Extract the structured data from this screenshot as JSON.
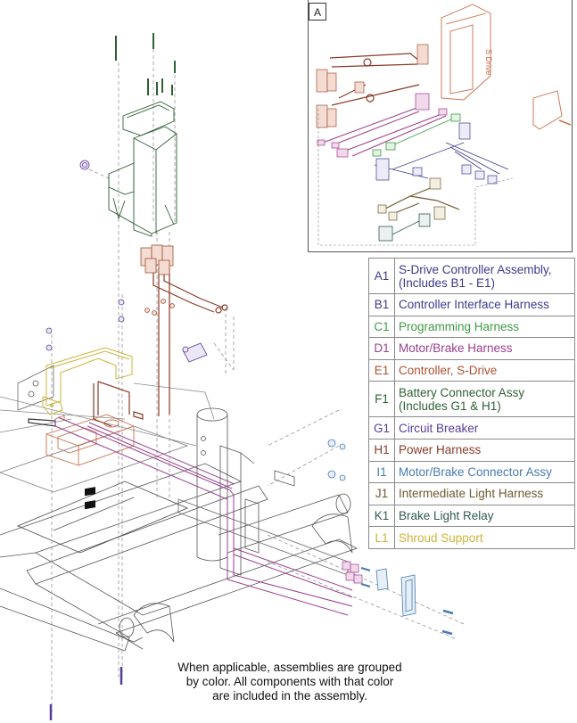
{
  "inset": {
    "label": "A",
    "controller_text": "S Drive"
  },
  "legend": [
    {
      "code": "A1",
      "lines": [
        "S-Drive Controller Assembly,",
        "(Includes B1 - E1)"
      ],
      "color": "#3a3a8c"
    },
    {
      "code": "B1",
      "lines": [
        "Controller Interface Harness"
      ],
      "color": "#3b3b8f"
    },
    {
      "code": "C1",
      "lines": [
        "Programming Harness"
      ],
      "color": "#3f9a45"
    },
    {
      "code": "D1",
      "lines": [
        "Motor/Brake Harness"
      ],
      "color": "#9b3f8c"
    },
    {
      "code": "E1",
      "lines": [
        "Controller, S-Drive"
      ],
      "color": "#b0502e"
    },
    {
      "code": "F1",
      "lines": [
        "Battery Connector Assy",
        "(Includes G1 & H1)"
      ],
      "color": "#2f5f35"
    },
    {
      "code": "G1",
      "lines": [
        "Circuit Breaker"
      ],
      "color": "#5a3c96"
    },
    {
      "code": "H1",
      "lines": [
        "Power Harness"
      ],
      "color": "#8a3a26"
    },
    {
      "code": "I1",
      "lines": [
        "Motor/Brake Connector Assy"
      ],
      "color": "#4a7ab0"
    },
    {
      "code": "J1",
      "lines": [
        "Intermediate Light Harness"
      ],
      "color": "#6e5a30"
    },
    {
      "code": "K1",
      "lines": [
        "Brake Light Relay"
      ],
      "color": "#2f5a55"
    },
    {
      "code": "L1",
      "lines": [
        "Shroud Support"
      ],
      "color": "#cdb43a"
    }
  ],
  "caption": {
    "lines": [
      "When applicable, assemblies are grouped",
      "by color. All components with that color",
      "are included in the assembly."
    ]
  },
  "colors": {
    "controller": "#c8704e",
    "power_harness": "#8a3a26",
    "motor_harness": "#9b3f8c",
    "programming": "#3f9a45",
    "interface": "#3b3b8f",
    "battery_connector": "#2f5f35",
    "circuit_breaker": "#5a3c96",
    "motor_connector": "#4a7ab0",
    "light_harness": "#6e5a30",
    "relay": "#2f5a55",
    "shroud": "#cdb43a",
    "frame": "#555555"
  }
}
